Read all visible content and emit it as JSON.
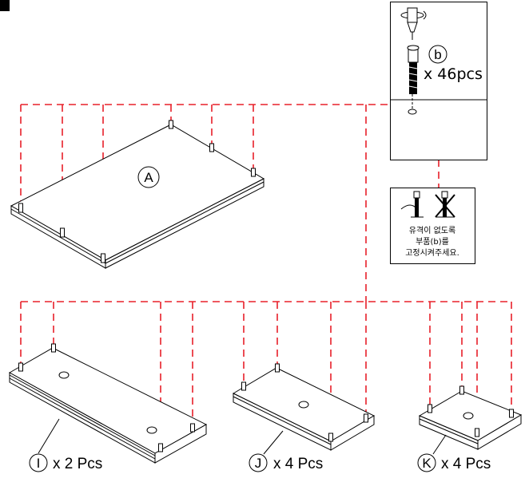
{
  "parts": {
    "A": {
      "label": "A"
    },
    "I": {
      "label": "I",
      "qty": "x 2 Pcs"
    },
    "J": {
      "label": "J",
      "qty": "x 4 Pcs"
    },
    "K": {
      "label": "K",
      "qty": "x 4 Pcs"
    }
  },
  "hardware": {
    "label": "b",
    "qty": "x 46pcs"
  },
  "note": {
    "line1": "유격이 없도록",
    "line2": "부품(b)를",
    "line3": "고정시켜주세요."
  }
}
